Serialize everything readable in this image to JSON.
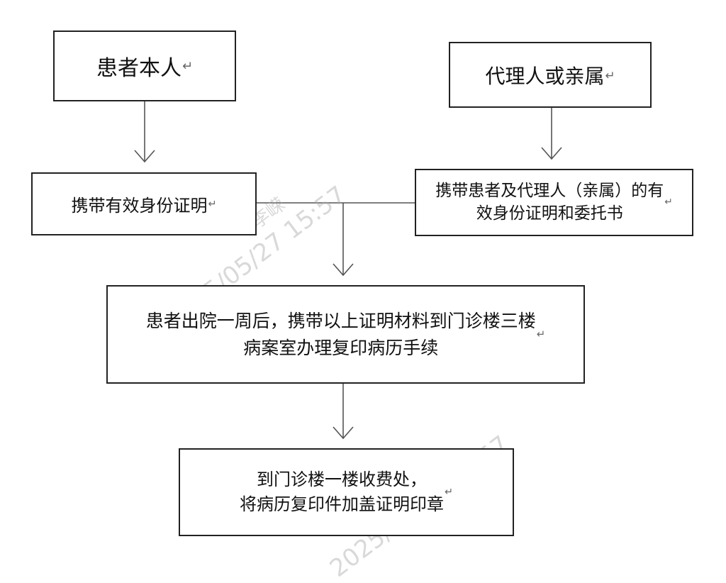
{
  "flowchart": {
    "patient_self": "患者本人",
    "agent_or_relative": "代理人或亲属",
    "bring_id": "携带有效身份证明",
    "bring_agent_docs": "携带患者及代理人（亲属）的有\n效身份证明和委托书",
    "after_discharge": "患者出院一周后，携带以上证明材料到门诊楼三楼\n病案室办理复印病历手续",
    "stamp_step": "到门诊楼一楼收费处，\n将病历复印件加盖证明印章"
  },
  "paragraph_mark": "↵",
  "watermarks": {
    "datetime": "2025/05/27 15:57",
    "name": "李嵘"
  }
}
